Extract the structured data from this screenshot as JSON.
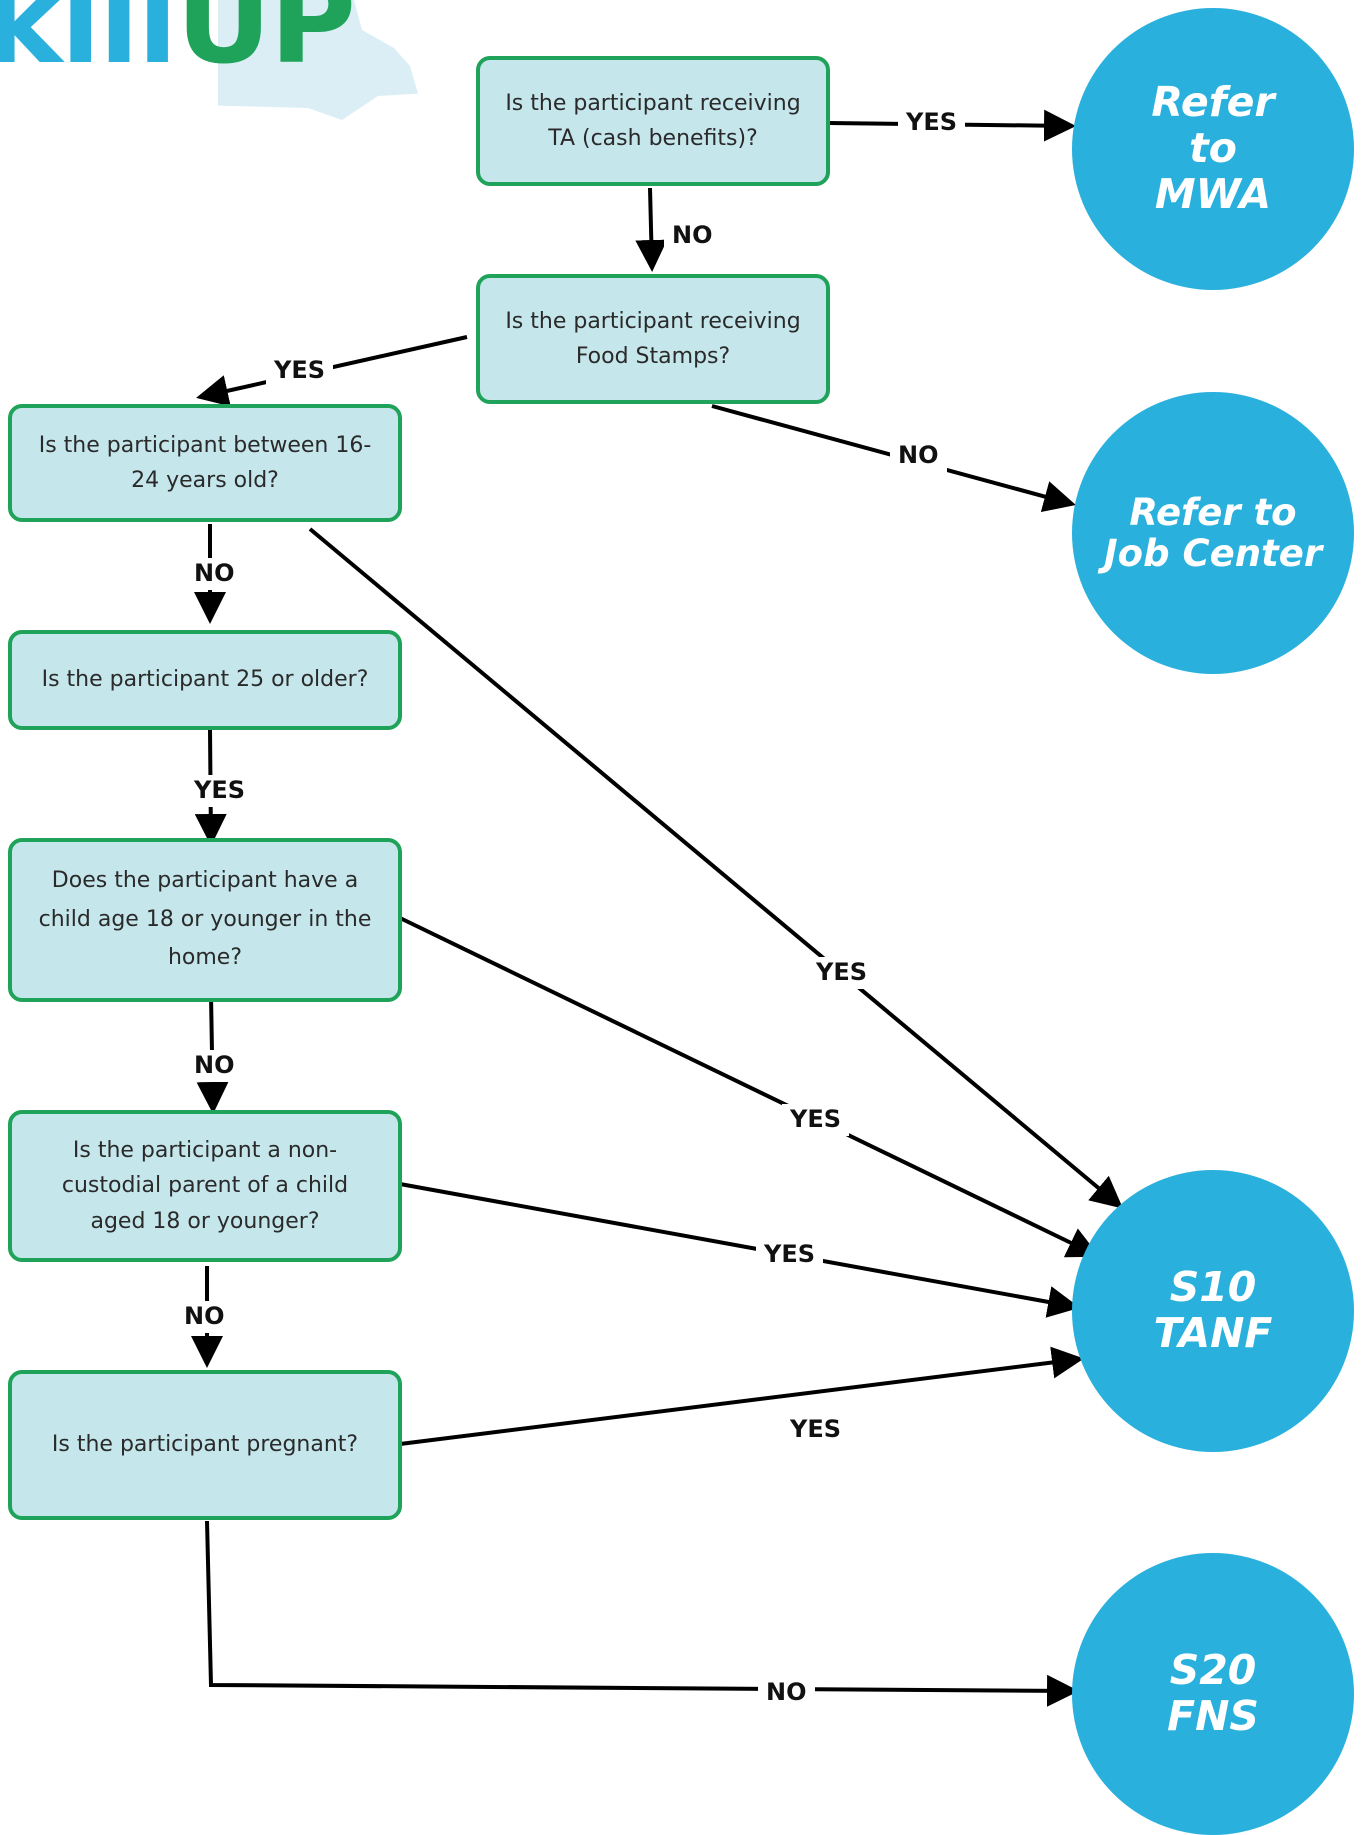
{
  "logo": {
    "text_a": "kill",
    "text_b": "UP"
  },
  "questions": {
    "ta": "Is the participant receiving TA (cash benefits)?",
    "food_stamps": "Is the participant receiving Food Stamps?",
    "age_16_24": "Is the participant between 16-24 years old?",
    "age_25_older": "Is the participant 25 or older?",
    "child_home": "Does the participant have a child age 18 or younger in the home?",
    "noncustodial": "Is the participant a non-custodial parent of a child aged 18 or younger?",
    "pregnant": "Is the participant pregnant?"
  },
  "outcomes": {
    "mwa": "Refer to MWA",
    "job_center": "Refer to Job Center",
    "s10": "S10 TANF",
    "s20": "S20 FNS"
  },
  "edge_labels": {
    "ta_yes": "YES",
    "ta_no": "NO",
    "fs_yes": "YES",
    "fs_no": "NO",
    "age1624_no": "NO",
    "age1624_yes": "YES",
    "age25_yes": "YES",
    "child_no": "NO",
    "child_yes": "YES",
    "noncust_yes": "YES",
    "noncust_no": "NO",
    "preg_yes": "YES",
    "preg_no": "NO"
  },
  "colors": {
    "box_fill": "#c5e7ec",
    "box_border": "#1fa35a",
    "circle_fill": "#29b0dd",
    "line": "#000000"
  }
}
